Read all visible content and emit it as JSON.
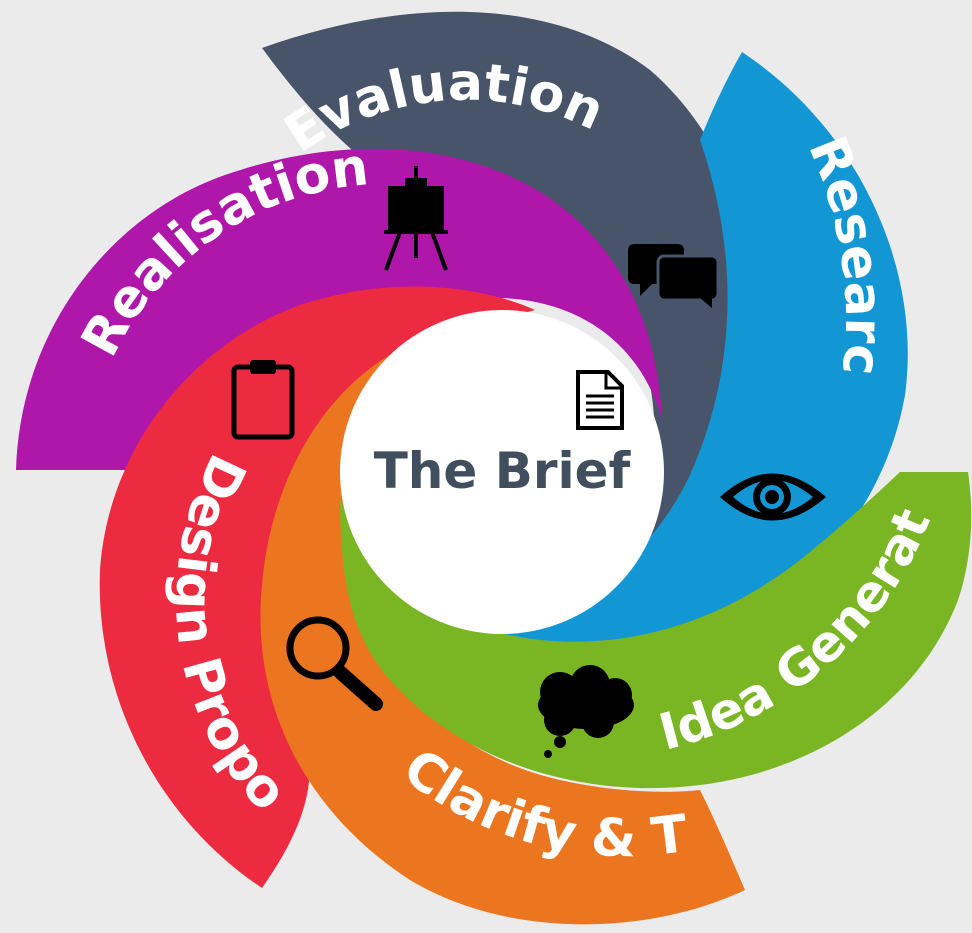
{
  "diagram": {
    "background": "#ECEBEB",
    "center": {
      "title": "The Brief",
      "title_color": "#414E5E",
      "fill": "#FFFFFF",
      "icon": "document-icon"
    },
    "stages": [
      {
        "key": "evaluation",
        "label": "Evaluation",
        "color": "#475469",
        "icon": "speech-bubbles-icon"
      },
      {
        "key": "research",
        "label": "Research",
        "color": "#1297D4",
        "icon": "eye-icon"
      },
      {
        "key": "realisation",
        "label": "Realisation",
        "color": "#AE17A9",
        "icon": "easel-icon"
      },
      {
        "key": "design_proposal",
        "label": "Design Proposal",
        "color": "#EC2B41",
        "icon": "clipboard-icon"
      },
      {
        "key": "clarify_test",
        "label": "Clarify & Test",
        "color": "#EC7520",
        "icon": "magnifier-icon"
      },
      {
        "key": "idea_generation",
        "label": "Idea Generation",
        "color": "#7AB624",
        "icon": "thought-bubble-icon"
      }
    ]
  }
}
